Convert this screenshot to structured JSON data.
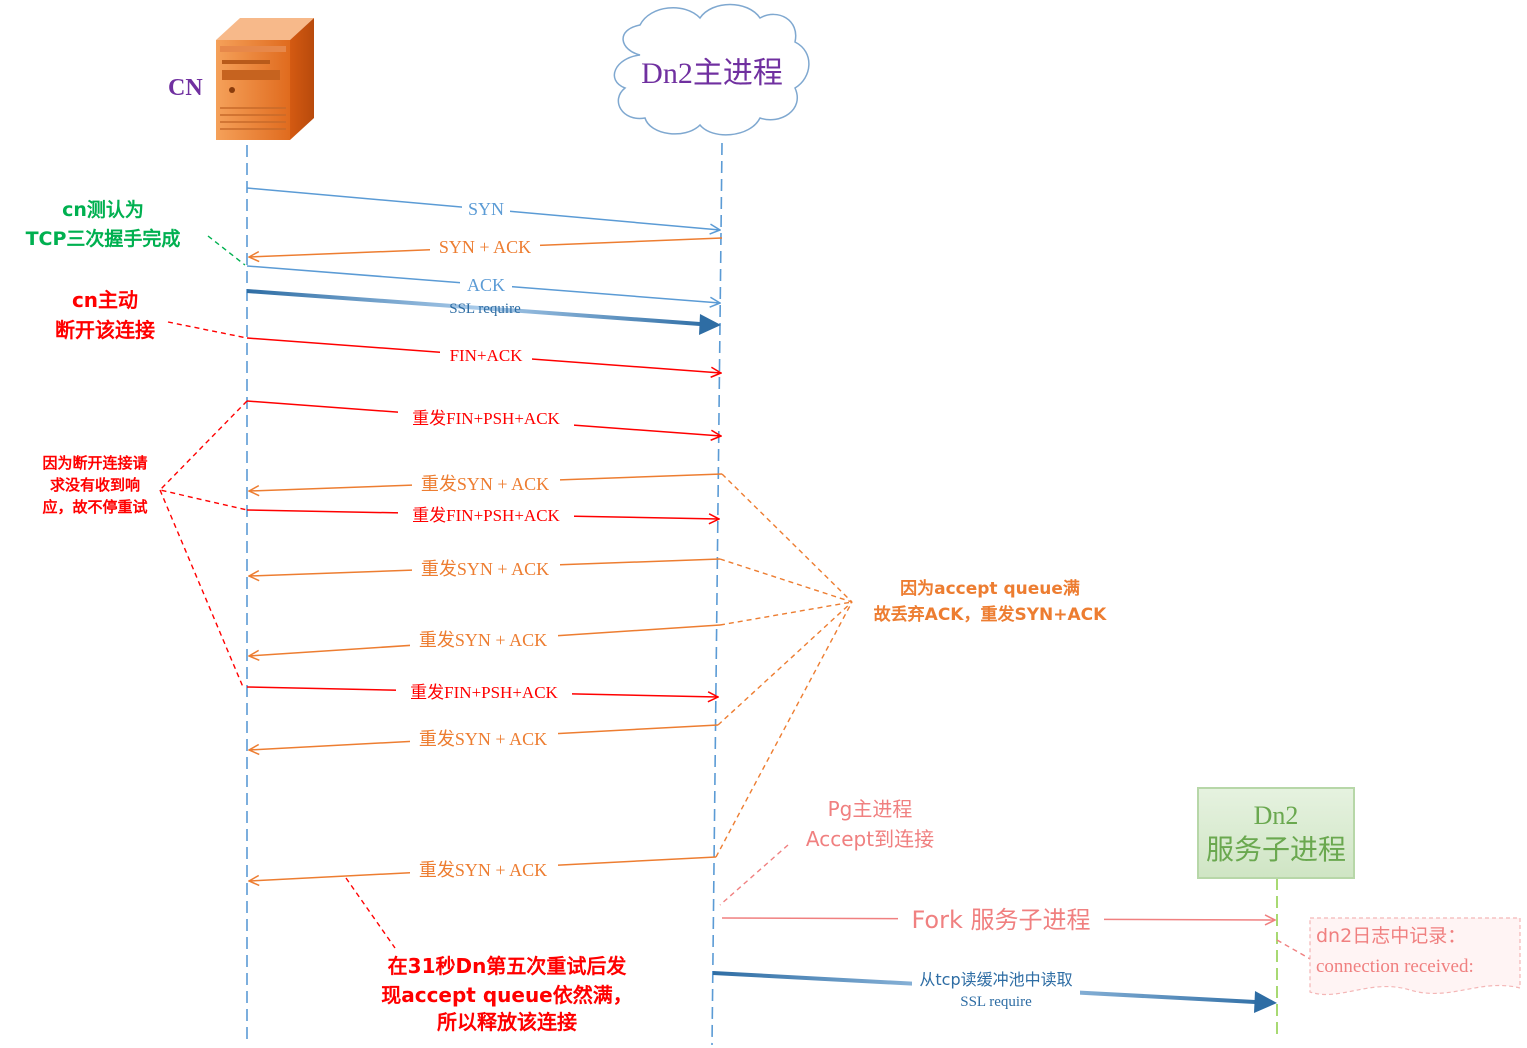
{
  "colors": {
    "blue": "#5b9bd5",
    "dark_blue": "#2e6da4",
    "orange": "#ed7d31",
    "red": "#ff0000",
    "green": "#00b050",
    "pink": "#f08080",
    "purple": "#7030a0",
    "lime": "#92d050",
    "box_fill": "#d5e8d4",
    "box_border": "#b7d7a8",
    "box_text": "#6aa84f"
  },
  "participants": {
    "cn": {
      "label": "CN",
      "icon": "server-icon"
    },
    "dn2_main": {
      "label": "Dn2主进程",
      "icon": "cloud-icon"
    },
    "dn2_child": {
      "label_line1": "Dn2",
      "label_line2": "服务子进程"
    }
  },
  "messages": {
    "syn": "SYN",
    "synack": "SYN + ACK",
    "ack": "ACK",
    "ssl_require": "SSL require",
    "fin_ack": "FIN+ACK",
    "resend_fin_1": "重发FIN+PSH+ACK",
    "resend_synack_1": "重发SYN + ACK",
    "resend_fin_2": "重发FIN+PSH+ACK",
    "resend_synack_2": "重发SYN + ACK",
    "resend_synack_3": "重发SYN + ACK",
    "resend_fin_3": "重发FIN+PSH+ACK",
    "resend_synack_4": "重发SYN + ACK",
    "resend_synack_5": "重发SYN + ACK",
    "fork": "Fork 服务子进程",
    "read_line1": "从tcp读缓冲池中读取",
    "read_line2": "SSL require"
  },
  "annotations": {
    "cn_handshake": {
      "line1": "cn测认为",
      "line2": "TCP三次握手完成"
    },
    "cn_disconnect": {
      "line1": "cn主动",
      "line2": "断开该连接"
    },
    "cn_retry": {
      "line1": "因为断开连接请",
      "line2": "求没有收到响",
      "line3": "应，故不停重试"
    },
    "accept_queue": {
      "line1": "因为accept queue满",
      "line2": "故丢弃ACK，重发SYN+ACK"
    },
    "pg_accept": {
      "line1": "Pg主进程",
      "line2": "Accept到连接"
    },
    "release": {
      "line1": "在31秒Dn第五次重试后发",
      "line2": "现accept  queue依然满，",
      "line3": "所以释放该连接"
    },
    "dn2_log": {
      "line1": "dn2日志中记录：",
      "line2": "connection received:"
    }
  }
}
